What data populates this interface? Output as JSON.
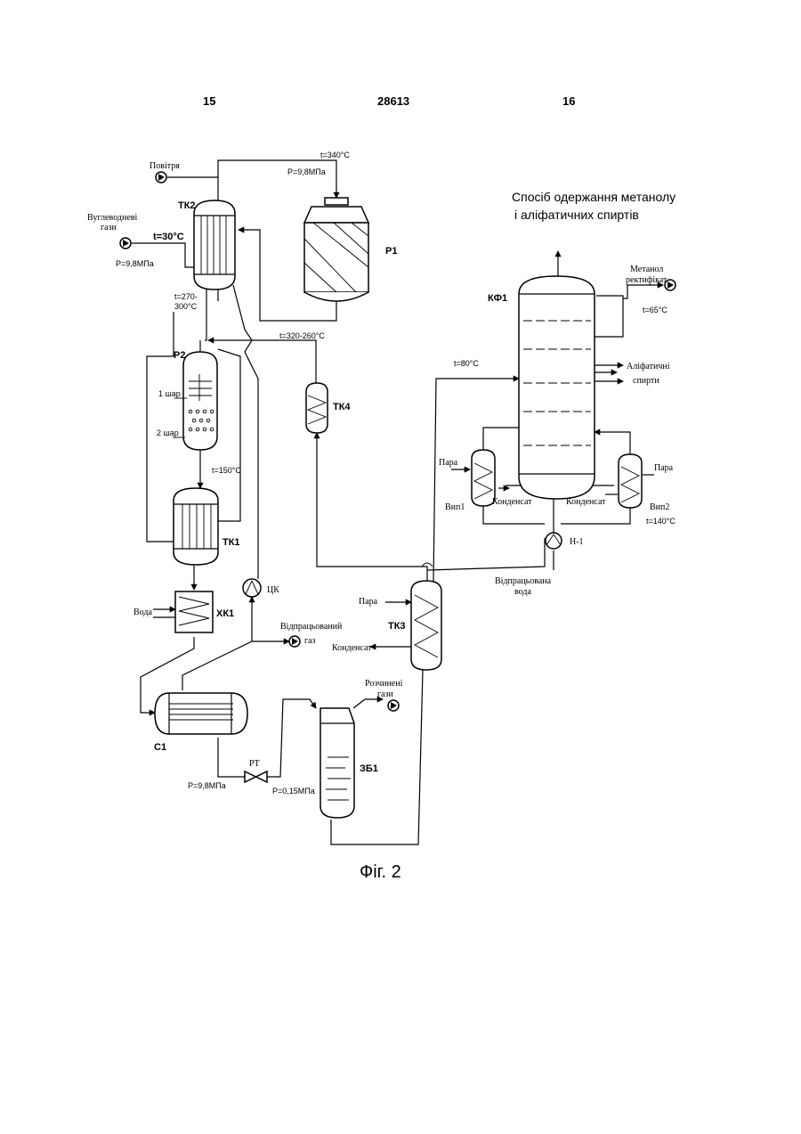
{
  "header": {
    "left": "15",
    "center": "28613",
    "right": "16"
  },
  "title": {
    "line1": "Спосіб одержання метанолу",
    "line2": "і аліфатичних спиртів"
  },
  "caption": "Фіг. 2",
  "equipment": {
    "tk2": "ТК2",
    "r1": "Р1",
    "r2": "Р2",
    "tk4": "ТК4",
    "tk1": "ТК1",
    "xk1": "ХК1",
    "c1": "С1",
    "zb1": "ЗБ1",
    "tk3": "ТК3",
    "kf1": "КФ1",
    "vyp1": "Вип1",
    "vyp2": "Вип2",
    "n1": "Н-1",
    "ck": "ЦК",
    "rt": "РТ"
  },
  "streams": {
    "air": "Повітря",
    "carbon_gas_1": "Вуглеводневі",
    "carbon_gas_2": "гази",
    "water": "Вода",
    "steam_tk3": "Пара",
    "condensate_tk3": "Конденсат",
    "steam_vyp1": "Пара",
    "condensate_vyp1": "Конденсат",
    "steam_vyp2": "Пара",
    "condensate_vyp2": "Конденсат",
    "spent_gas_1": "Відпрацьований",
    "spent_gas_2": "газ",
    "dissolved_gas_1": "Розчинені",
    "dissolved_gas_2": "гази",
    "spent_water_1": "Відпрацьована",
    "spent_water_2": "вода",
    "methanol_1": "Метанол",
    "methanol_2": "ректифікат",
    "aliphatic_1": "Аліфатичні",
    "aliphatic_2": "спирти",
    "layer1": "1 шар",
    "layer2": "2 шар"
  },
  "conditions": {
    "t340": "t=340°C",
    "p98_top": "P=9,8МПа",
    "t30": "t=30°C",
    "p98_gas": "P=9,8МПа",
    "t270_1": "t=270-",
    "t270_2": "300°C",
    "t320": "t=320-260°C",
    "t150": "t=150°C",
    "t80": "t=80°C",
    "t65": "t=65°C",
    "t140": "t=140°C",
    "p98_bottom": "P=9,8МПа",
    "p015": "P=0,15МПа"
  }
}
